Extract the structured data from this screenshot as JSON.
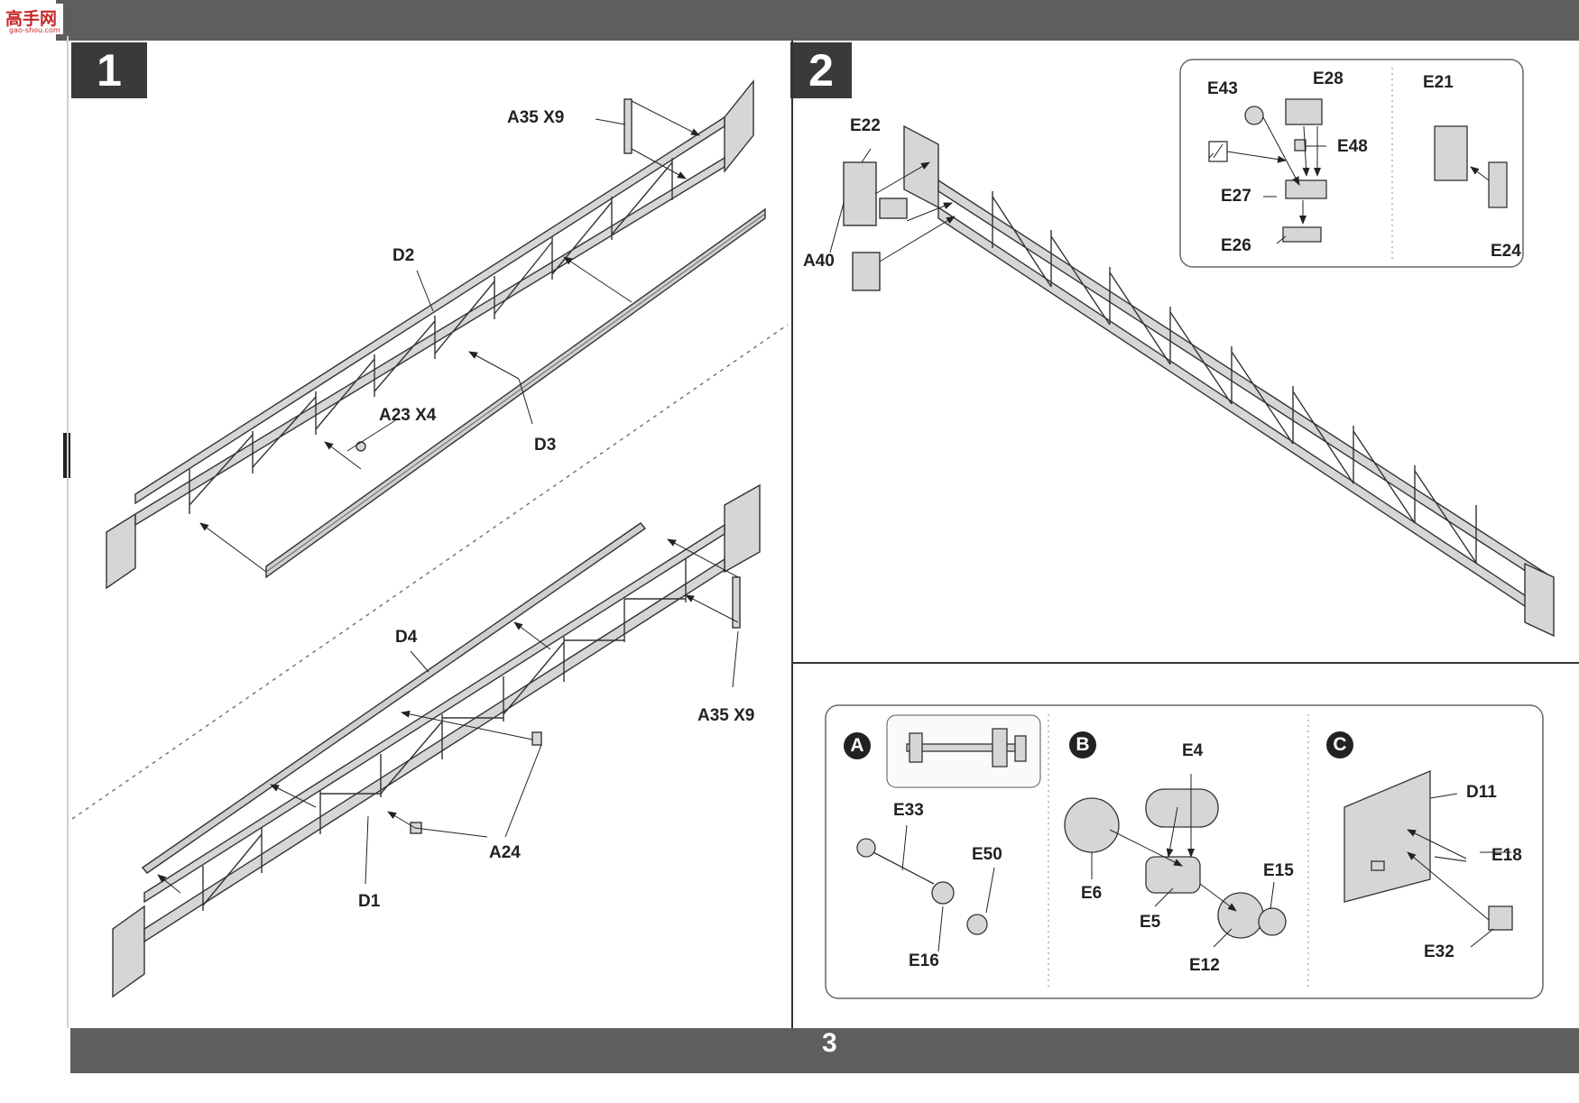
{
  "page": {
    "page_number": "3"
  },
  "logo": {
    "text": "高手网",
    "sub": "gao-shou.com"
  },
  "step1": {
    "number": "1",
    "labels": {
      "a35_top": "A35 X9",
      "d2": "D2",
      "a23": "A23 X4",
      "d3": "D3",
      "d4": "D4",
      "a35_bottom": "A35 X9",
      "a24": "A24",
      "d1": "D1"
    }
  },
  "step2": {
    "number": "2",
    "labels": {
      "e22": "E22",
      "a40": "A40"
    },
    "detail": {
      "e43": "E43",
      "e28": "E28",
      "e48": "E48",
      "e27": "E27",
      "e26": "E26",
      "e21": "E21",
      "e24": "E24"
    }
  },
  "subassemblies": {
    "a": {
      "marker": "A",
      "e33": "E33",
      "e50": "E50",
      "e16": "E16"
    },
    "b": {
      "marker": "B",
      "e4": "E4",
      "e6": "E6",
      "e5": "E5",
      "e15": "E15",
      "e12": "E12"
    },
    "c": {
      "marker": "C",
      "d11": "D11",
      "e18": "E18",
      "e32": "E32"
    }
  },
  "colors": {
    "band": "#5e5e5e",
    "step_box": "#3a3a3a",
    "panel_border": "#666666",
    "part_fill": "#d6d6d6"
  }
}
